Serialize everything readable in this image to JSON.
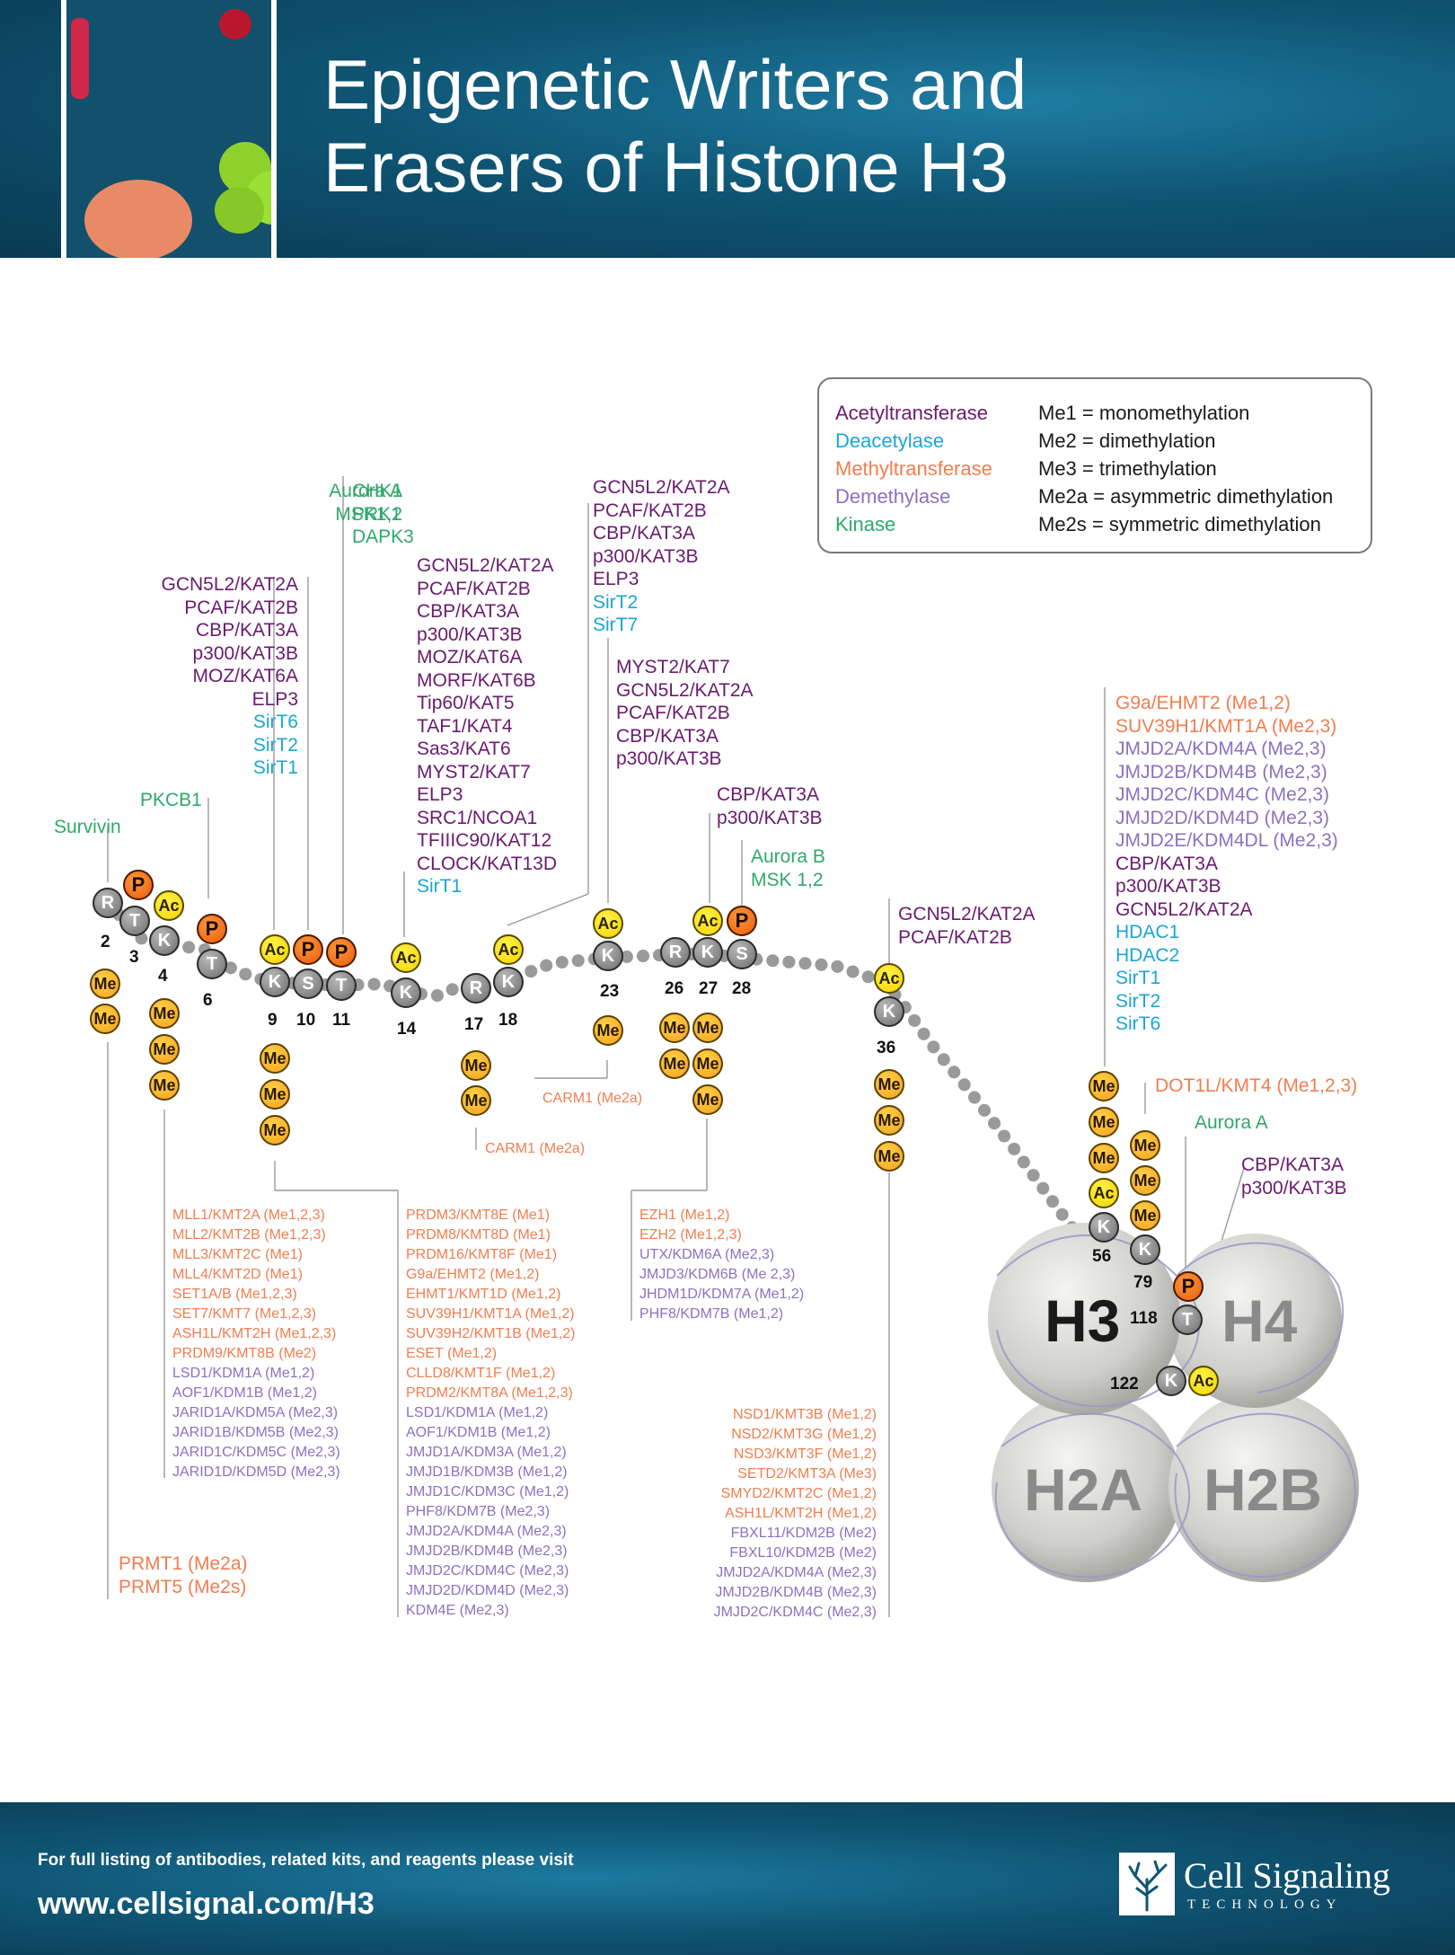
{
  "title": {
    "line1": "Epigenetic Writers and",
    "line2": "Erasers of Histone H3"
  },
  "colors": {
    "acetyltransferase": "#6a1b6e",
    "deacetylase": "#1aa6d6",
    "methyltransferase": "#f07e50",
    "demethylase": "#8a72c0",
    "kinase": "#2fa96a"
  },
  "legend": {
    "types": [
      {
        "label": "Acetyltransferase",
        "cls": "acetyl"
      },
      {
        "label": "Deacetylase",
        "cls": "deacetyl"
      },
      {
        "label": "Methyltransferase",
        "cls": "methyl"
      },
      {
        "label": "Demethylase",
        "cls": "demethyl"
      },
      {
        "label": "Kinase",
        "cls": "kinase"
      }
    ],
    "definitions": [
      "Me1 = monomethylation",
      "Me2 = dimethylation",
      "Me3 = trimethylation",
      "Me2a = asymmetric dimethylation",
      "Me2s = symmetric dimethylation"
    ]
  },
  "residues": [
    {
      "id": "r2",
      "letter": "R",
      "position": "2",
      "marks": [
        "Me",
        "Me"
      ]
    },
    {
      "id": "t3",
      "letter": "T",
      "position": "3",
      "marks": [
        "P"
      ]
    },
    {
      "id": "k4",
      "letter": "K",
      "position": "4",
      "marks": [
        "Ac",
        "Me",
        "Me",
        "Me"
      ]
    },
    {
      "id": "t6",
      "letter": "T",
      "position": "6",
      "marks": [
        "P"
      ]
    },
    {
      "id": "k9",
      "letter": "K",
      "position": "9",
      "marks": [
        "Ac",
        "Me",
        "Me",
        "Me"
      ]
    },
    {
      "id": "s10",
      "letter": "S",
      "position": "10",
      "marks": [
        "P"
      ]
    },
    {
      "id": "t11",
      "letter": "T",
      "position": "11",
      "marks": [
        "P"
      ]
    },
    {
      "id": "k14",
      "letter": "K",
      "position": "14",
      "marks": [
        "Ac"
      ]
    },
    {
      "id": "r17",
      "letter": "R",
      "position": "17",
      "marks": [
        "Me",
        "Me"
      ]
    },
    {
      "id": "k18",
      "letter": "K",
      "position": "18",
      "marks": [
        "Ac"
      ]
    },
    {
      "id": "k23",
      "letter": "K",
      "position": "23",
      "marks": [
        "Ac",
        "Me"
      ]
    },
    {
      "id": "r26",
      "letter": "R",
      "position": "26",
      "marks": [
        "Me",
        "Me"
      ]
    },
    {
      "id": "k27",
      "letter": "K",
      "position": "27",
      "marks": [
        "Ac",
        "Me",
        "Me",
        "Me"
      ]
    },
    {
      "id": "s28",
      "letter": "S",
      "position": "28",
      "marks": [
        "P"
      ]
    },
    {
      "id": "k36",
      "letter": "K",
      "position": "36",
      "marks": [
        "Ac",
        "Me",
        "Me",
        "Me"
      ]
    },
    {
      "id": "k56",
      "letter": "K",
      "position": "56",
      "marks": [
        "Me",
        "Me",
        "Me",
        "Ac"
      ]
    },
    {
      "id": "k79",
      "letter": "K",
      "position": "79",
      "marks": [
        "Me",
        "Me",
        "Me"
      ]
    },
    {
      "id": "t118",
      "letter": "T",
      "position": "118",
      "marks": [
        "P"
      ]
    },
    {
      "id": "k122",
      "letter": "K",
      "position": "122",
      "marks": [
        "Ac"
      ]
    }
  ],
  "histones": [
    "H3",
    "H4",
    "H2A",
    "H2B"
  ],
  "enzymes": {
    "survivin": [
      {
        "t": "Survivin",
        "c": "kinase"
      }
    ],
    "pkcb1": [
      {
        "t": "PKCB1",
        "c": "kinase"
      }
    ],
    "k4_ac": [
      {
        "t": "GCN5L2/KAT2A",
        "c": "acetyl"
      },
      {
        "t": "PCAF/KAT2B",
        "c": "acetyl"
      },
      {
        "t": "CBP/KAT3A",
        "c": "acetyl"
      },
      {
        "t": "p300/KAT3B",
        "c": "acetyl"
      },
      {
        "t": "MOZ/KAT6A",
        "c": "acetyl"
      },
      {
        "t": "ELP3",
        "c": "acetyl"
      },
      {
        "t": "SirT6",
        "c": "deacetyl"
      },
      {
        "t": "SirT2",
        "c": "deacetyl"
      },
      {
        "t": "SirT1",
        "c": "deacetyl"
      }
    ],
    "s10_p": [
      {
        "t": "Aurora A",
        "c": "kinase"
      },
      {
        "t": "MSK1,2",
        "c": "kinase"
      }
    ],
    "t11_p": [
      {
        "t": "CHK1",
        "c": "kinase"
      },
      {
        "t": "PRK1",
        "c": "kinase"
      },
      {
        "t": "DAPK3",
        "c": "kinase"
      }
    ],
    "k14_ac": [
      {
        "t": "GCN5L2/KAT2A",
        "c": "acetyl"
      },
      {
        "t": "PCAF/KAT2B",
        "c": "acetyl"
      },
      {
        "t": "CBP/KAT3A",
        "c": "acetyl"
      },
      {
        "t": "p300/KAT3B",
        "c": "acetyl"
      },
      {
        "t": "MOZ/KAT6A",
        "c": "acetyl"
      },
      {
        "t": "MORF/KAT6B",
        "c": "acetyl"
      },
      {
        "t": "Tip60/KAT5",
        "c": "acetyl"
      },
      {
        "t": "TAF1/KAT4",
        "c": "acetyl"
      },
      {
        "t": "Sas3/KAT6",
        "c": "acetyl"
      },
      {
        "t": "MYST2/KAT7",
        "c": "acetyl"
      },
      {
        "t": "ELP3",
        "c": "acetyl"
      },
      {
        "t": "SRC1/NCOA1",
        "c": "acetyl"
      },
      {
        "t": "TFIIIC90/KAT12",
        "c": "acetyl"
      },
      {
        "t": "CLOCK/KAT13D",
        "c": "acetyl"
      },
      {
        "t": "SirT1",
        "c": "deacetyl"
      }
    ],
    "k18_ac": [
      {
        "t": "GCN5L2/KAT2A",
        "c": "acetyl"
      },
      {
        "t": "PCAF/KAT2B",
        "c": "acetyl"
      },
      {
        "t": "CBP/KAT3A",
        "c": "acetyl"
      },
      {
        "t": "p300/KAT3B",
        "c": "acetyl"
      },
      {
        "t": "ELP3",
        "c": "acetyl"
      },
      {
        "t": "SirT2",
        "c": "deacetyl"
      },
      {
        "t": "SirT7",
        "c": "deacetyl"
      }
    ],
    "k23_ac": [
      {
        "t": "MYST2/KAT7",
        "c": "acetyl"
      },
      {
        "t": "GCN5L2/KAT2A",
        "c": "acetyl"
      },
      {
        "t": "PCAF/KAT2B",
        "c": "acetyl"
      },
      {
        "t": "CBP/KAT3A",
        "c": "acetyl"
      },
      {
        "t": "p300/KAT3B",
        "c": "acetyl"
      }
    ],
    "k27_ac": [
      {
        "t": "CBP/KAT3A",
        "c": "acetyl"
      },
      {
        "t": "p300/KAT3B",
        "c": "acetyl"
      }
    ],
    "s28_p": [
      {
        "t": "Aurora B",
        "c": "kinase"
      },
      {
        "t": "MSK 1,2",
        "c": "kinase"
      }
    ],
    "k36_ac": [
      {
        "t": "GCN5L2/KAT2A",
        "c": "acetyl"
      },
      {
        "t": "PCAF/KAT2B",
        "c": "acetyl"
      }
    ],
    "k56": [
      {
        "t": "G9a/EHMT2 (Me1,2)",
        "c": "methyl"
      },
      {
        "t": "SUV39H1/KMT1A (Me2,3)",
        "c": "methyl"
      },
      {
        "t": "JMJD2A/KDM4A (Me2,3)",
        "c": "demethyl"
      },
      {
        "t": "JMJD2B/KDM4B (Me2,3)",
        "c": "demethyl"
      },
      {
        "t": "JMJD2C/KDM4C (Me2,3)",
        "c": "demethyl"
      },
      {
        "t": "JMJD2D/KDM4D (Me2,3)",
        "c": "demethyl"
      },
      {
        "t": "JMJD2E/KDM4DL (Me2,3)",
        "c": "demethyl"
      },
      {
        "t": "CBP/KAT3A",
        "c": "acetyl"
      },
      {
        "t": "p300/KAT3B",
        "c": "acetyl"
      },
      {
        "t": "GCN5L2/KAT2A",
        "c": "acetyl"
      },
      {
        "t": "HDAC1",
        "c": "deacetyl"
      },
      {
        "t": "HDAC2",
        "c": "deacetyl"
      },
      {
        "t": "SirT1",
        "c": "deacetyl"
      },
      {
        "t": "SirT2",
        "c": "deacetyl"
      },
      {
        "t": "SirT6",
        "c": "deacetyl"
      }
    ],
    "k79_me": [
      {
        "t": "DOT1L/KMT4 (Me1,2,3)",
        "c": "methyl"
      }
    ],
    "t118_p": [
      {
        "t": "Aurora A",
        "c": "kinase"
      }
    ],
    "k122_ac": [
      {
        "t": "CBP/KAT3A",
        "c": "acetyl"
      },
      {
        "t": "p300/KAT3B",
        "c": "acetyl"
      }
    ],
    "r2_me": [
      {
        "t": "PRMT1 (Me2a)",
        "c": "methyl"
      },
      {
        "t": "PRMT5 (Me2s)",
        "c": "methyl"
      }
    ],
    "k4_me": [
      {
        "t": "MLL1/KMT2A (Me1,2,3)",
        "c": "methyl"
      },
      {
        "t": "MLL2/KMT2B (Me1,2,3)",
        "c": "methyl"
      },
      {
        "t": "MLL3/KMT2C (Me1)",
        "c": "methyl"
      },
      {
        "t": "MLL4/KMT2D (Me1)",
        "c": "methyl"
      },
      {
        "t": "SET1A/B (Me1,2,3)",
        "c": "methyl"
      },
      {
        "t": "SET7/KMT7 (Me1,2,3)",
        "c": "methyl"
      },
      {
        "t": "ASH1L/KMT2H (Me1,2,3)",
        "c": "methyl"
      },
      {
        "t": "PRDM9/KMT8B (Me2)",
        "c": "methyl"
      },
      {
        "t": "LSD1/KDM1A (Me1,2)",
        "c": "demethyl"
      },
      {
        "t": "AOF1/KDM1B (Me1,2)",
        "c": "demethyl"
      },
      {
        "t": "JARID1A/KDM5A (Me2,3)",
        "c": "demethyl"
      },
      {
        "t": "JARID1B/KDM5B (Me2,3)",
        "c": "demethyl"
      },
      {
        "t": "JARID1C/KDM5C (Me2,3)",
        "c": "demethyl"
      },
      {
        "t": "JARID1D/KDM5D (Me2,3)",
        "c": "demethyl"
      }
    ],
    "k9_me": [
      {
        "t": "PRDM3/KMT8E (Me1)",
        "c": "methyl"
      },
      {
        "t": "PRDM8/KMT8D (Me1)",
        "c": "methyl"
      },
      {
        "t": "PRDM16/KMT8F (Me1)",
        "c": "methyl"
      },
      {
        "t": "G9a/EHMT2 (Me1,2)",
        "c": "methyl"
      },
      {
        "t": "EHMT1/KMT1D (Me1,2)",
        "c": "methyl"
      },
      {
        "t": "SUV39H1/KMT1A (Me1,2)",
        "c": "methyl"
      },
      {
        "t": "SUV39H2/KMT1B (Me1,2)",
        "c": "methyl"
      },
      {
        "t": "ESET (Me1,2)",
        "c": "methyl"
      },
      {
        "t": "CLLD8/KMT1F (Me1,2)",
        "c": "methyl"
      },
      {
        "t": "PRDM2/KMT8A (Me1,2,3)",
        "c": "methyl"
      },
      {
        "t": "LSD1/KDM1A (Me1,2)",
        "c": "demethyl"
      },
      {
        "t": "AOF1/KDM1B (Me1,2)",
        "c": "demethyl"
      },
      {
        "t": "JMJD1A/KDM3A (Me1,2)",
        "c": "demethyl"
      },
      {
        "t": "JMJD1B/KDM3B (Me1,2)",
        "c": "demethyl"
      },
      {
        "t": "JMJD1C/KDM3C (Me1,2)",
        "c": "demethyl"
      },
      {
        "t": "PHF8/KDM7B (Me2,3)",
        "c": "demethyl"
      },
      {
        "t": "JMJD2A/KDM4A (Me2,3)",
        "c": "demethyl"
      },
      {
        "t": "JMJD2B/KDM4B (Me2,3)",
        "c": "demethyl"
      },
      {
        "t": "JMJD2C/KDM4C (Me2,3)",
        "c": "demethyl"
      },
      {
        "t": "JMJD2D/KDM4D (Me2,3)",
        "c": "demethyl"
      },
      {
        "t": "KDM4E (Me2,3)",
        "c": "demethyl"
      }
    ],
    "r17_me": [
      {
        "t": "CARM1 (Me2a)",
        "c": "methyl"
      }
    ],
    "r26_me": [
      {
        "t": "CARM1 (Me2a)",
        "c": "methyl"
      }
    ],
    "k27_me": [
      {
        "t": "EZH1 (Me1,2)",
        "c": "methyl"
      },
      {
        "t": "EZH2 (Me1,2,3)",
        "c": "methyl"
      },
      {
        "t": "UTX/KDM6A (Me2,3)",
        "c": "demethyl"
      },
      {
        "t": "JMJD3/KDM6B (Me 2,3)",
        "c": "demethyl"
      },
      {
        "t": "JHDM1D/KDM7A (Me1,2)",
        "c": "demethyl"
      },
      {
        "t": "PHF8/KDM7B (Me1,2)",
        "c": "demethyl"
      }
    ],
    "k36_me": [
      {
        "t": "NSD1/KMT3B (Me1,2)",
        "c": "methyl"
      },
      {
        "t": "NSD2/KMT3G (Me1,2)",
        "c": "methyl"
      },
      {
        "t": "NSD3/KMT3F (Me1,2)",
        "c": "methyl"
      },
      {
        "t": "SETD2/KMT3A (Me3)",
        "c": "methyl"
      },
      {
        "t": "SMYD2/KMT2C (Me1,2)",
        "c": "methyl"
      },
      {
        "t": "ASH1L/KMT2H (Me1,2)",
        "c": "methyl"
      },
      {
        "t": "FBXL11/KDM2B (Me2)",
        "c": "demethyl"
      },
      {
        "t": "FBXL10/KDM2B (Me2)",
        "c": "demethyl"
      },
      {
        "t": "JMJD2A/KDM4A (Me2,3)",
        "c": "demethyl"
      },
      {
        "t": "JMJD2B/KDM4B (Me2,3)",
        "c": "demethyl"
      },
      {
        "t": "JMJD2C/KDM4C (Me2,3)",
        "c": "demethyl"
      }
    ]
  },
  "footer": {
    "note": "For full listing of antibodies, related kits, and reagents please visit",
    "url": "www.cellsignal.com/H3",
    "brand": "Cell Signaling",
    "brand_sub": "TECHNOLOGY"
  }
}
